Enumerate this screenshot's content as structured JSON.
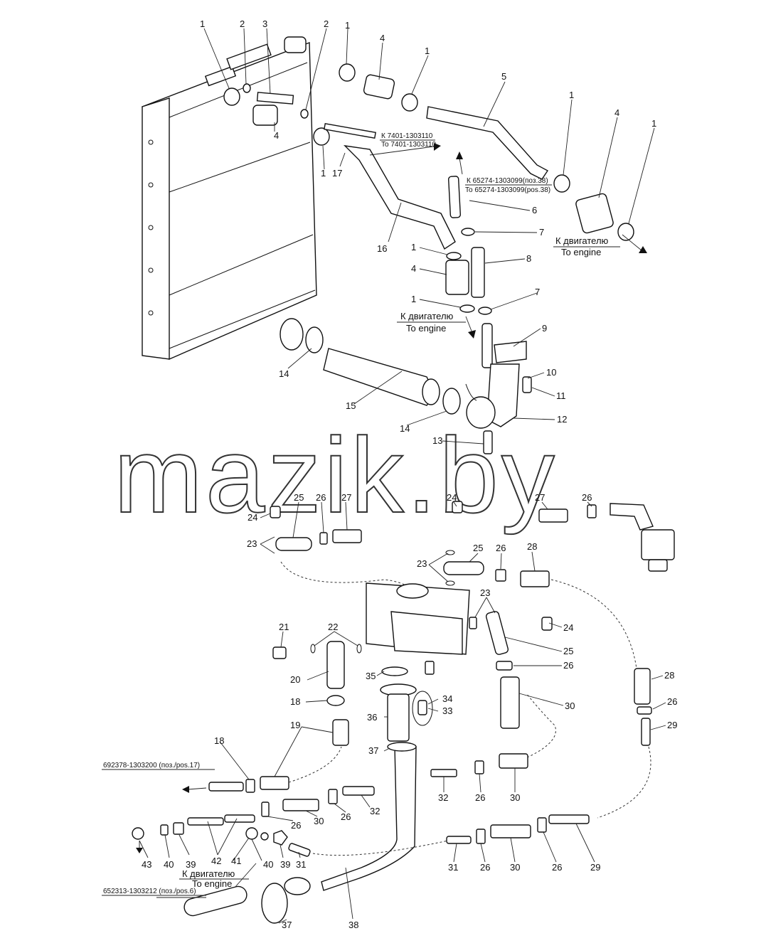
{
  "watermark": "mazik.by",
  "references": {
    "r7401_ru": "К 7401-1303110",
    "r7401_en": "To 7401-1303110",
    "r65274_ru": "К 65274-1303099(поз.38)",
    "r65274_en": "To 65274-1303099(pos.38)",
    "r692378": "692378-1303200 (поз./pos.17)",
    "r652313": "652313-1303212 (поз./pos.6)"
  },
  "notes": {
    "engine_ru": "К двигателю",
    "engine_en": "To engine"
  },
  "callouts": {
    "c1a": "1",
    "c2a": "2",
    "c3": "3",
    "c2b": "2",
    "c1b": "1",
    "c4a": "4",
    "c1c": "1",
    "c5": "5",
    "c1d": "1",
    "c4b": "4",
    "c1e": "1",
    "c4c": "4",
    "c1f": "1",
    "c17": "17",
    "c6": "6",
    "c7a": "7",
    "c16": "16",
    "c1g": "1",
    "c8": "8",
    "c4d": "4",
    "c1h": "1",
    "c7b": "7",
    "c9": "9",
    "c10": "10",
    "c11": "11",
    "c14a": "14",
    "c15": "15",
    "c12": "12",
    "c14b": "14",
    "c13": "13",
    "c24a": "24",
    "c25a": "25",
    "c26a": "26",
    "c27a": "27",
    "c24b": "24",
    "c27b": "27",
    "c26b": "26",
    "c23a": "23",
    "c25b": "25",
    "c26c": "26",
    "c28a": "28",
    "c23b": "23",
    "c23c": "23",
    "c24c": "24",
    "c25c": "25",
    "c21": "21",
    "c22": "22",
    "c26d": "26",
    "c20": "20",
    "c35": "35",
    "c18a": "18",
    "c34": "34",
    "c33": "33",
    "c30a": "30",
    "c28b": "28",
    "c26e": "26",
    "c19": "19",
    "c36": "36",
    "c29a": "29",
    "c18b": "18",
    "c37a": "37",
    "c32a": "32",
    "c26f": "26",
    "c30b": "30",
    "c26g": "26",
    "c30c": "30",
    "c26h": "26",
    "c32b": "32",
    "c42": "42",
    "c41": "41",
    "c43": "43",
    "c40a": "40",
    "c39a": "39",
    "c40b": "40",
    "c39b": "39",
    "c31a": "31",
    "c31b": "31",
    "c26i": "26",
    "c30d": "30",
    "c26j": "26",
    "c29b": "29",
    "c37b": "37",
    "c38": "38"
  },
  "colors": {
    "ink": "#111111",
    "paper": "#ffffff"
  }
}
